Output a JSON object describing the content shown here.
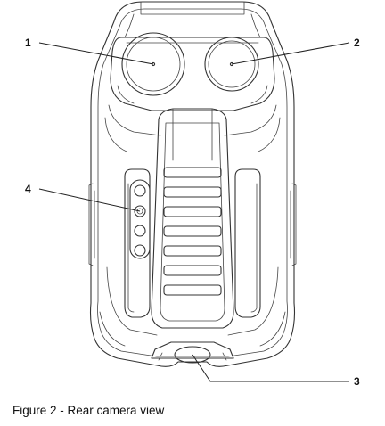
{
  "caption": "Figure 2 - Rear camera view",
  "callouts": {
    "c1": "1",
    "c2": "2",
    "c3": "3",
    "c4": "4"
  }
}
